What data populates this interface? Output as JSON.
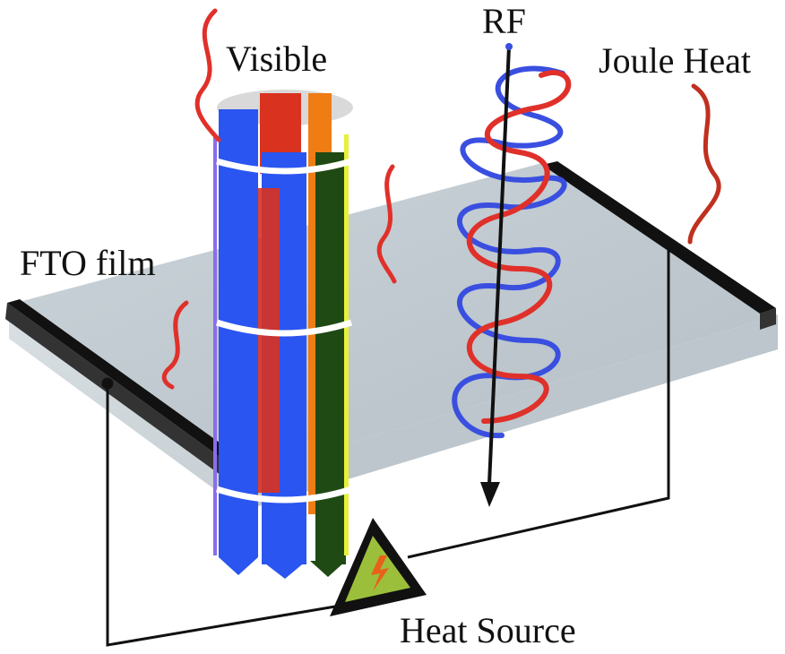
{
  "labels": {
    "visible": "Visible",
    "rf": "RF",
    "joule_heat": "Joule Heat",
    "fto_film": "FTO film",
    "heat_source": "Heat Source"
  },
  "icons": {
    "warning": "high-voltage-warning-triangle"
  },
  "colors": {
    "film": "#c7d0d6",
    "electrode": "#111111",
    "wave_red": "#e0302a",
    "wave_blue": "#3a4fe0",
    "rod_blue": "#2b55f0",
    "rod_red": "#d9321f",
    "rod_orange": "#ef7d13",
    "rod_green": "#1f4a13",
    "rod_yellow": "#e8f03a",
    "warning_fill": "#9bbf3a"
  }
}
